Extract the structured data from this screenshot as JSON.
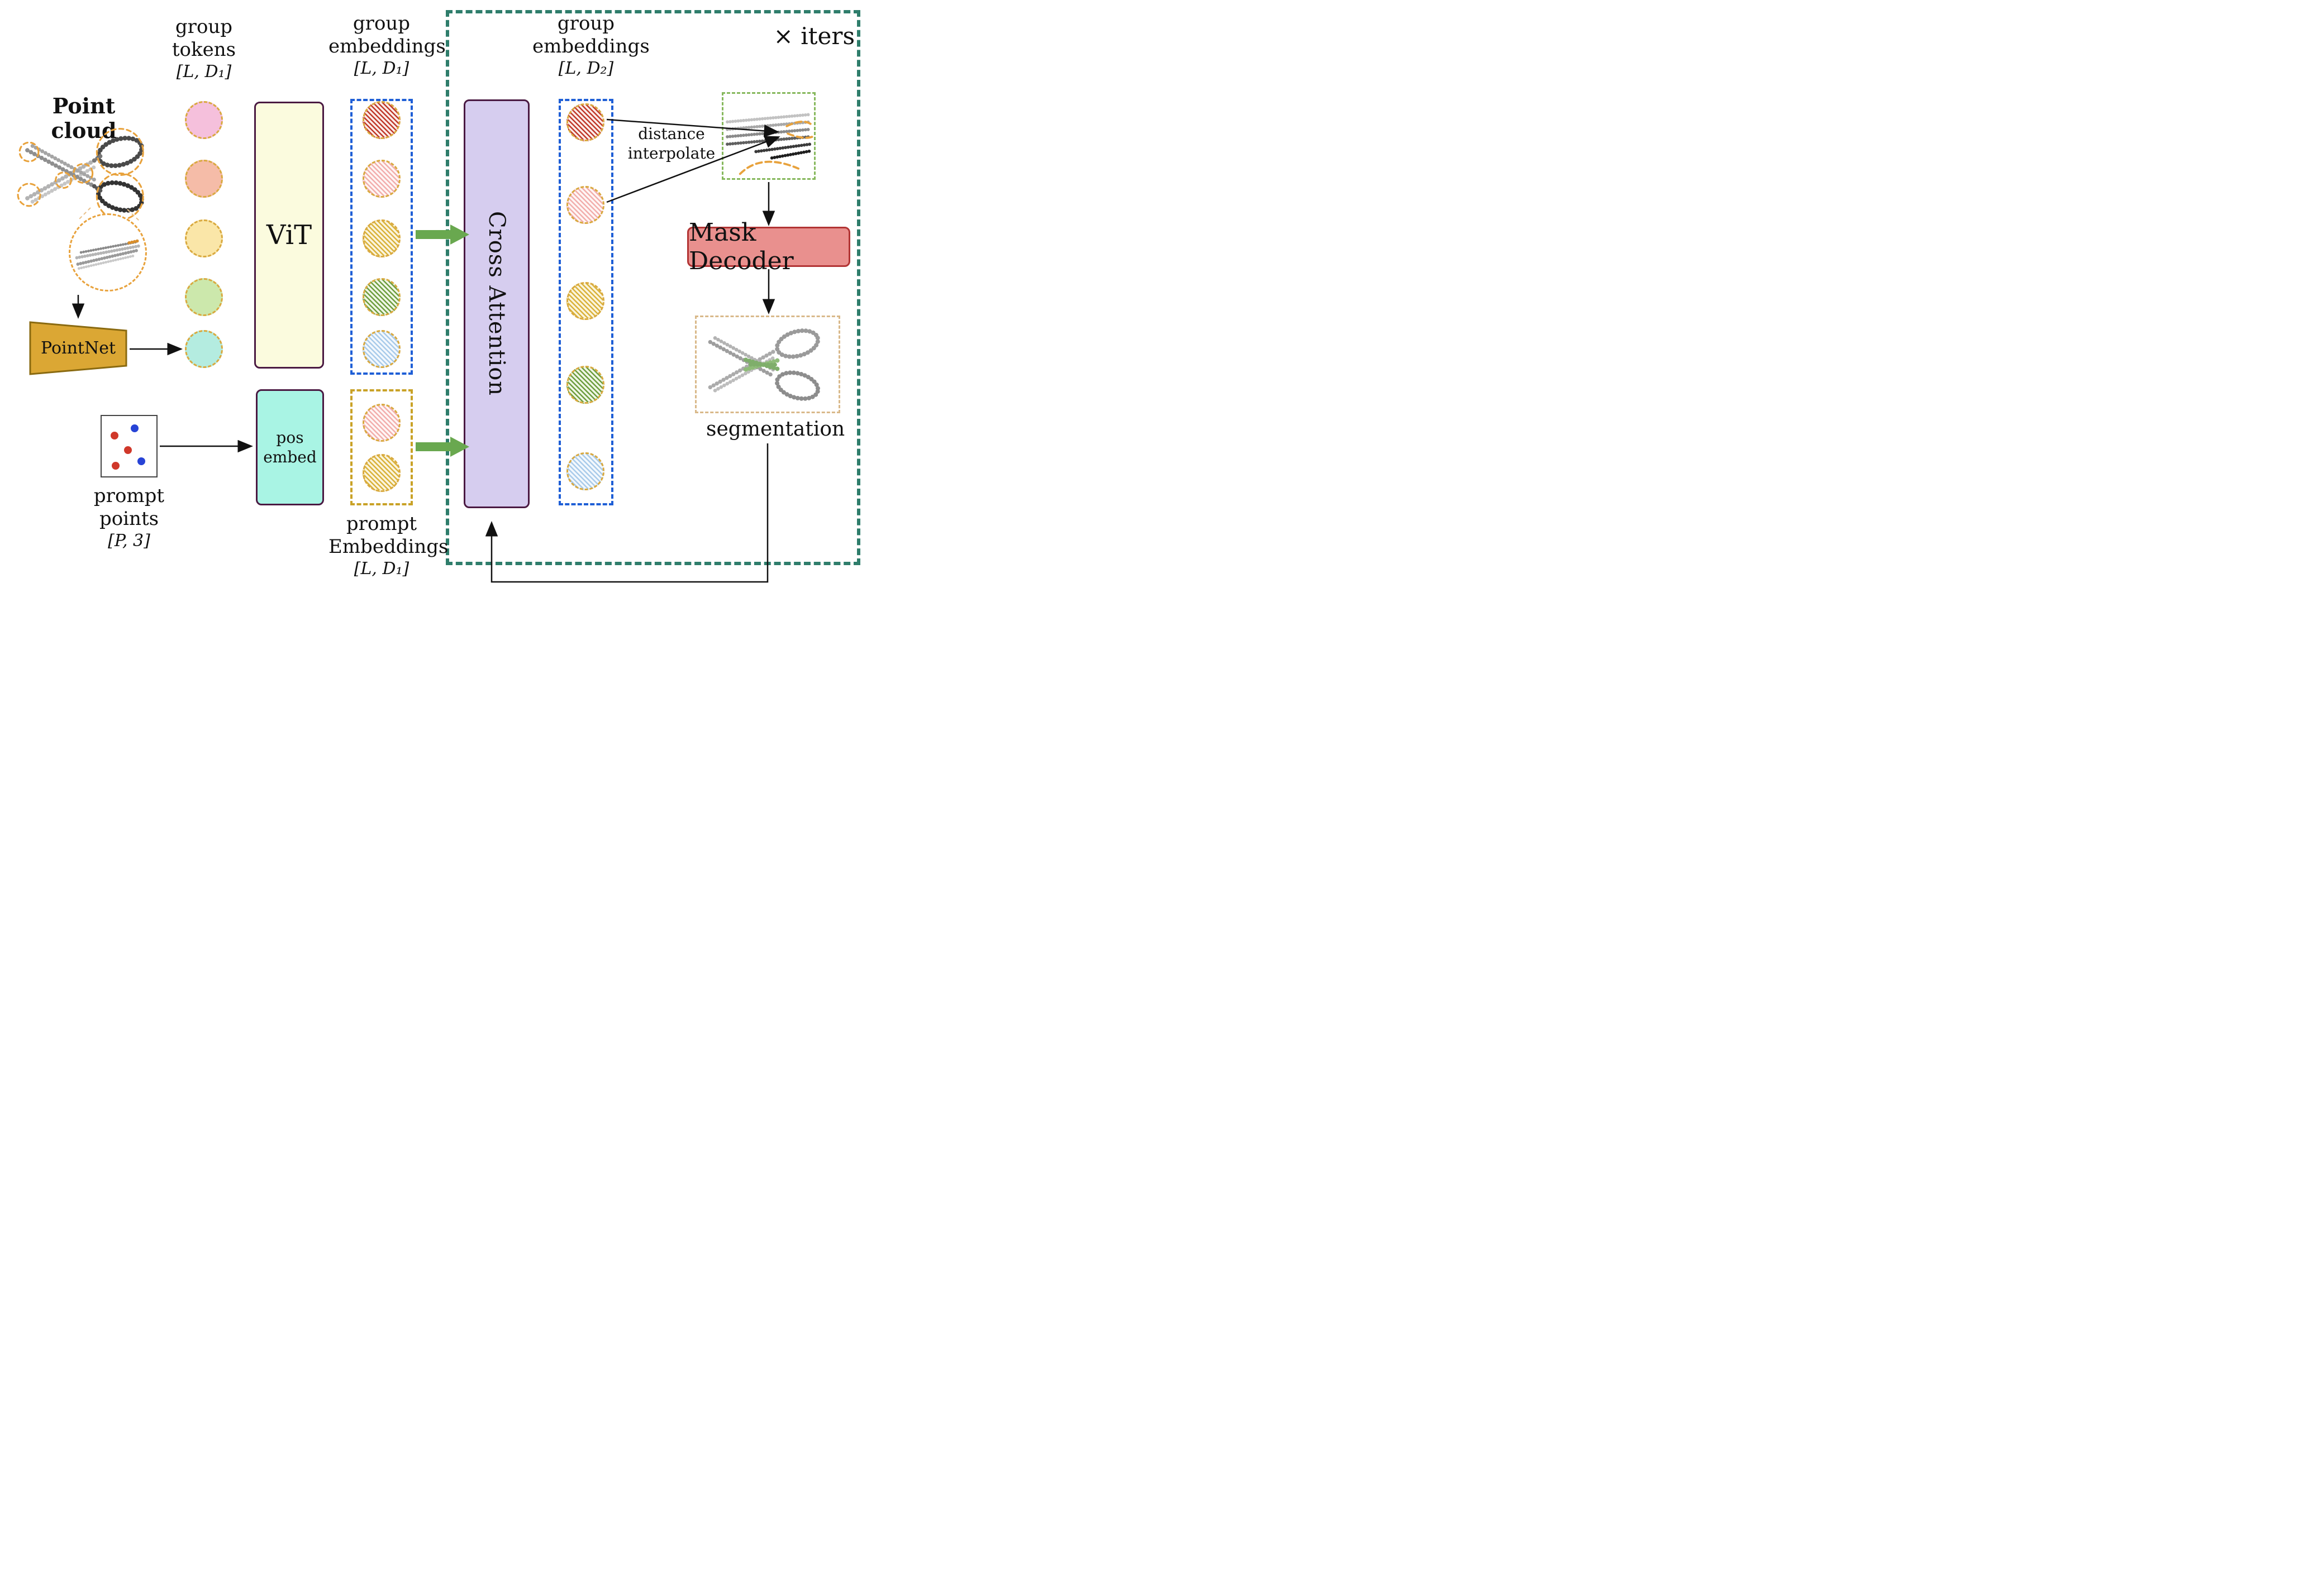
{
  "palette": {
    "teal_dash": "#2E7D6B",
    "blue_dash": "#1F5FD6",
    "gold_dash": "#C9A227",
    "circle_border": "#D9A93F",
    "vit_fill": "#FBFBDE",
    "block_border": "#4A1942",
    "cross_fill": "#D6CDEF",
    "pos_fill": "#A9F4E4",
    "mask_fill": "#E9908E",
    "mask_border": "#B23434",
    "pointnet_fill": "#DBA734",
    "green_arrow": "#69A84F",
    "prompt_dot_red": "#D0382A",
    "prompt_dot_blue": "#2743D6"
  },
  "labels": {
    "iters": "× iters",
    "point_cloud": {
      "line1": "Point",
      "line2": "cloud"
    },
    "pointnet": "PointNet",
    "vit": "ViT",
    "pos_embed": {
      "line1": "pos",
      "line2": "embed"
    },
    "cross_attention": "Cross Attention",
    "mask_decoder": "Mask Decoder",
    "segmentation": "segmentation",
    "distance_interpolate": {
      "line1": "distance",
      "line2": "interpolate"
    },
    "group_tokens": {
      "line1": "group",
      "line2": "tokens",
      "dims": "[L, D₁]"
    },
    "group_embeddings_1": {
      "line1": "group",
      "line2": "embeddings",
      "dims": "[L, D₁]"
    },
    "group_embeddings_2": {
      "line1": "group",
      "line2": "embeddings",
      "dims": "[L, D₂]"
    },
    "prompt_points": {
      "line1": "prompt",
      "line2": "points",
      "dims": "[P, 3]"
    },
    "prompt_embeddings": {
      "line1": "prompt",
      "line2": "Embeddings",
      "dims": "[L, D₁]"
    }
  },
  "tokens": {
    "fills": [
      "#F5C0DC",
      "#F5BCA8",
      "#FAE6A8",
      "#CCE8AC",
      "#B4ECE0"
    ]
  },
  "embeddings_after_vit": {
    "hatch": [
      "#C0392B",
      "#F2AEAC",
      "#D9B23B",
      "#6E9E3F",
      "#A9CBEA"
    ]
  },
  "embeddings_after_cross": {
    "hatch": [
      "#C0392B",
      "#F2AEAC",
      "#D9B23B",
      "#6E9E3F",
      "#A9CBEA"
    ]
  },
  "prompt_embeds": {
    "hatch": [
      "#F2AEAC",
      "#D9B23B"
    ]
  }
}
